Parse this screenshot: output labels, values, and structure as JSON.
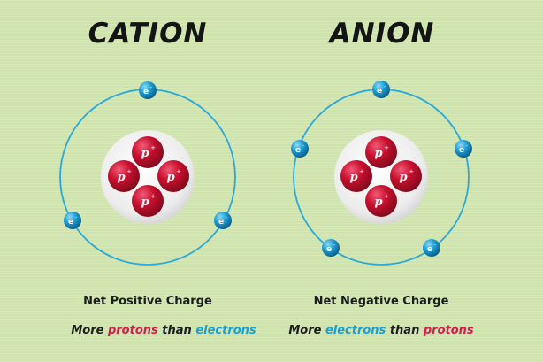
{
  "colors": {
    "background": "#cfe3ad",
    "proton": "#c8102e",
    "electron": "#1e9fd4",
    "orbit": "#2aa8d8",
    "nucleus": "#ececec",
    "proton_word": "#d11f4c",
    "electron_word": "#1a9fd2"
  },
  "cation": {
    "title": "CATION",
    "proton_label": "p",
    "proton_sign": "+",
    "electron_label": "e",
    "electron_sign": "-",
    "proton_count": 4,
    "electron_count": 3,
    "charge_text": "Net Positive Charge",
    "compare": {
      "prefix": "More ",
      "first": "protons",
      "middle": " than ",
      "second": "electrons"
    }
  },
  "anion": {
    "title": "ANION",
    "proton_label": "p",
    "proton_sign": "+",
    "electron_label": "e",
    "electron_sign": "-",
    "proton_count": 4,
    "electron_count": 5,
    "charge_text": "Net Negative Charge",
    "compare": {
      "prefix": "More ",
      "first": "electrons",
      "middle": " than ",
      "second": "protons"
    }
  }
}
